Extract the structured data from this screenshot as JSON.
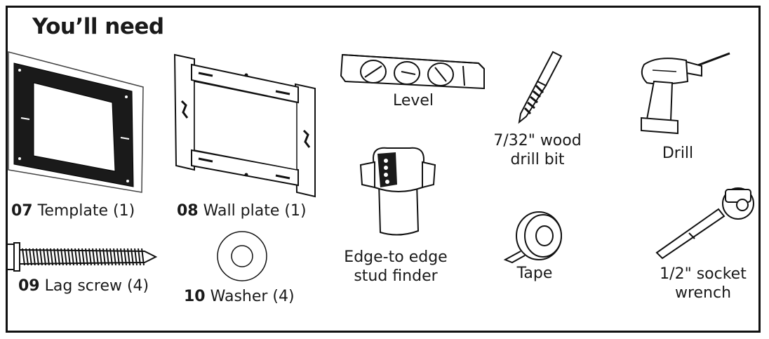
{
  "header": {
    "title": "You’ll need"
  },
  "items": [
    {
      "number": "07",
      "name": "Template (1)",
      "icon": "template-icon"
    },
    {
      "number": "08",
      "name": "Wall plate (1)",
      "icon": "wall-plate-icon"
    },
    {
      "number": "09",
      "name": "Lag screw (4)",
      "icon": "lag-screw-icon"
    },
    {
      "number": "10",
      "name": "Washer (4)",
      "icon": "washer-icon"
    }
  ],
  "tools": [
    {
      "name": "Level",
      "icon": "level-icon"
    },
    {
      "line1": "7/32\" wood",
      "line2": "drill bit",
      "icon": "drill-bit-icon"
    },
    {
      "name": "Drill",
      "icon": "drill-icon"
    },
    {
      "line1": "Edge-to edge",
      "line2": "stud finder",
      "icon": "stud-finder-icon"
    },
    {
      "name": "Tape",
      "icon": "tape-icon"
    },
    {
      "line1": "1/2\" socket",
      "line2": "wrench",
      "icon": "socket-wrench-icon"
    }
  ]
}
